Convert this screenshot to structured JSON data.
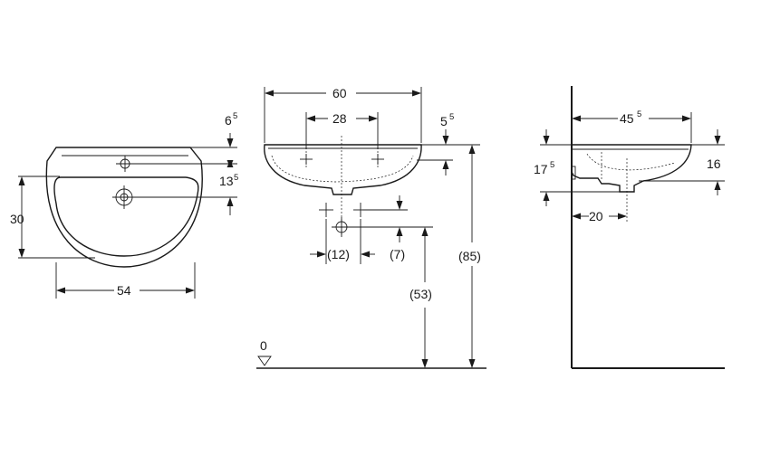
{
  "top_view": {
    "dim_height": "30",
    "dim_width": "54",
    "dim_tap_offset": "6",
    "dim_tap_offset_sup": "5",
    "dim_drain_offset": "13",
    "dim_drain_offset_sup": "5"
  },
  "front_view": {
    "dim_width": "60",
    "dim_hole_spacing": "28",
    "dim_rim": "5",
    "dim_rim_sup": "5",
    "dim_supply_spacing": "(12)",
    "dim_supply_drop": "(7)",
    "dim_drain_height": "(53)",
    "dim_rim_height": "(85)",
    "floor_label": "0"
  },
  "side_view": {
    "dim_depth": "45",
    "dim_depth_sup": "5",
    "dim_height": "17",
    "dim_height_sup": "5",
    "dim_bowl": "16",
    "dim_drain_from_wall": "20"
  }
}
